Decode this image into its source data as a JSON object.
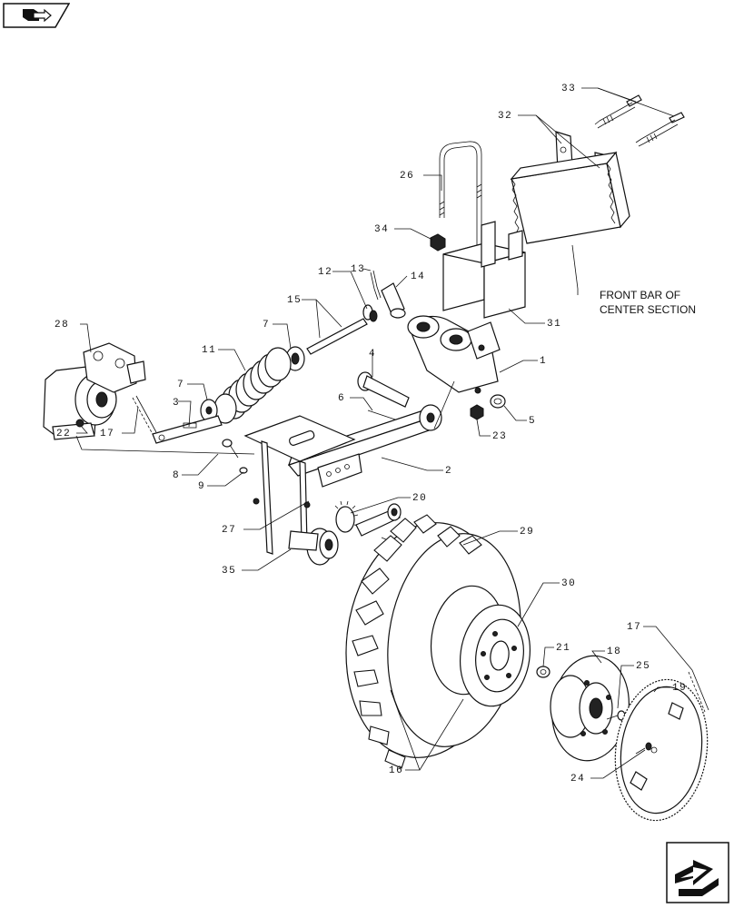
{
  "callouts": [
    "1",
    "2",
    "3",
    "4",
    "5",
    "6",
    "7",
    "7",
    "8",
    "9",
    "11",
    "12",
    "13",
    "14",
    "15",
    "16",
    "17",
    "17",
    "18",
    "19",
    "20",
    "21",
    "22",
    "23",
    "24",
    "25",
    "26",
    "27",
    "28",
    "29",
    "30",
    "31",
    "32",
    "33",
    "34",
    "35"
  ],
  "note": {
    "line1": "FRONT BAR OF",
    "line2": "CENTER SECTION"
  },
  "icons": {
    "back": "book-arrow-icon",
    "next": "next-page-arrow-icon"
  }
}
